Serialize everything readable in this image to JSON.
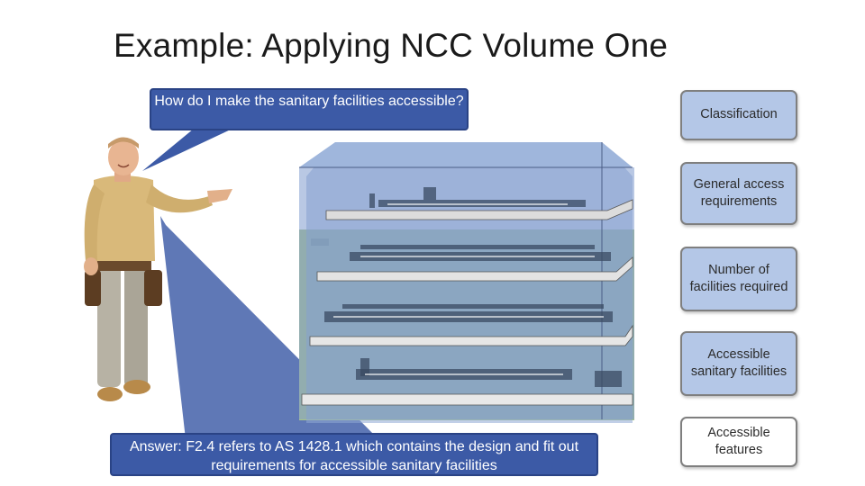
{
  "slide": {
    "title": "Example: Applying NCC Volume One",
    "question": "How do I make the sanitary facilities accessible?",
    "answer": "Answer: F2.4 refers to AS 1428.1 which contains the design and fit out requirements for accessible sanitary facilities"
  },
  "steps": [
    {
      "label": "Classification"
    },
    {
      "label": "General access requirements"
    },
    {
      "label": "Number of facilities required"
    },
    {
      "label": "Accessible sanitary facilities"
    },
    {
      "label": "Accessible features"
    }
  ],
  "colors": {
    "bubble_fill": "#3c5aa6",
    "step_fill": "#b4c7e7",
    "step_current_fill": "#ffffff",
    "step_border": "#7f7f7f"
  }
}
